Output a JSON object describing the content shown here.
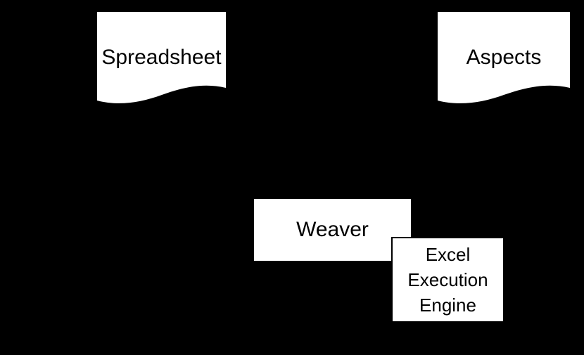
{
  "diagram": {
    "background_color": "#000000",
    "node_fill_color": "#ffffff",
    "node_stroke_color": "#000000",
    "text_color": "#000000",
    "nodes": [
      {
        "id": "spreadsheet",
        "label": "Spreadsheet",
        "shape": "document"
      },
      {
        "id": "aspects",
        "label": "Aspects",
        "shape": "document"
      },
      {
        "id": "weaver",
        "label": "Weaver",
        "shape": "rectangle"
      },
      {
        "id": "excel-execution-engine",
        "label": "Excel\nExecution\nEngine",
        "shape": "rectangle"
      }
    ]
  }
}
